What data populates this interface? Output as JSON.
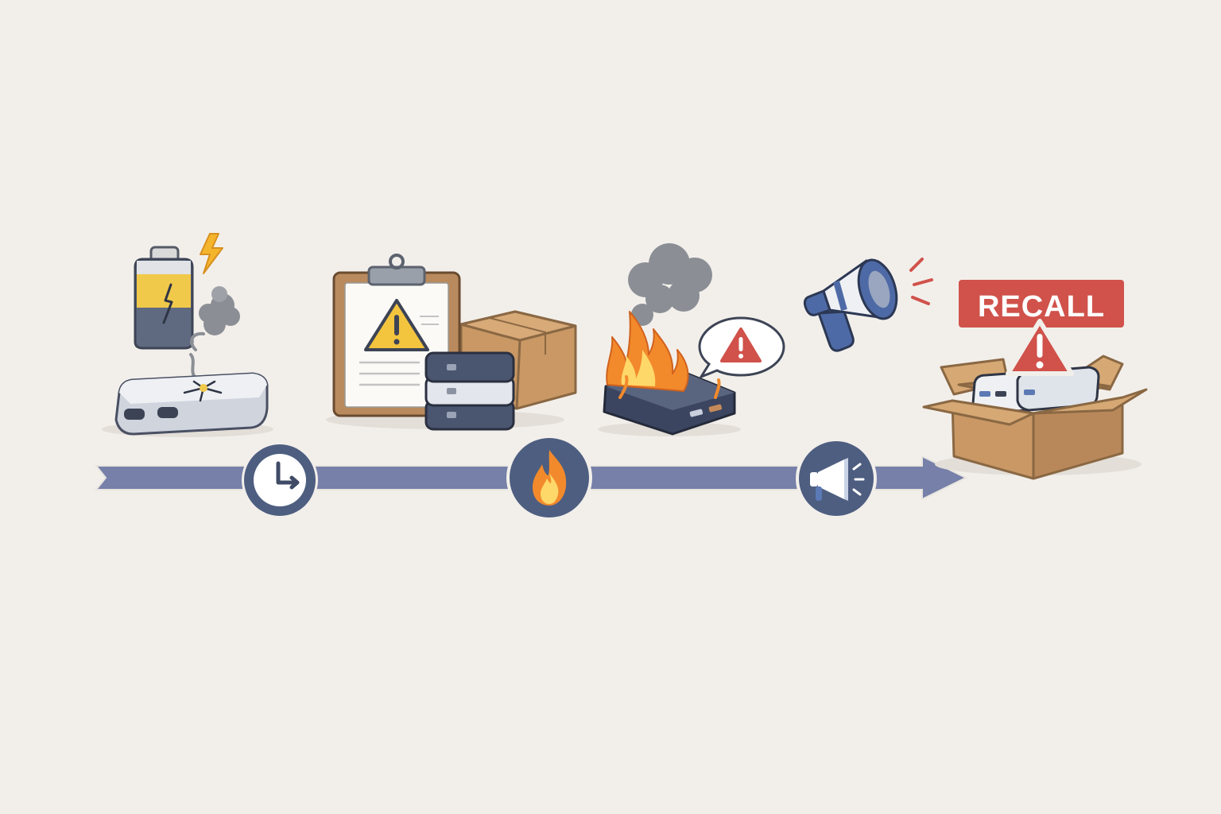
{
  "timeline": {
    "stages": [
      {
        "id": "battery-damage",
        "icon": "damaged-battery-and-smoking-power-bank"
      },
      {
        "id": "safety-report",
        "icon": "warning-clipboard-with-boxed-devices"
      },
      {
        "id": "device-fire",
        "icon": "burning-device-with-alert"
      },
      {
        "id": "public-notice",
        "icon": "megaphone-announcement"
      },
      {
        "id": "recall",
        "icon": "recall-box-with-power-banks"
      }
    ],
    "milestones": [
      {
        "icon": "clock-icon"
      },
      {
        "icon": "fire-icon"
      },
      {
        "icon": "megaphone-icon"
      }
    ]
  },
  "recall_label": "RECALL",
  "colors": {
    "background": "#f2efeb",
    "timeline": "#7680a8",
    "milestone": "#4e5e80",
    "alert_red": "#d0524b",
    "warning_yellow": "#f1c94a",
    "flame_orange": "#f28a2c",
    "cardboard": "#c99865"
  }
}
